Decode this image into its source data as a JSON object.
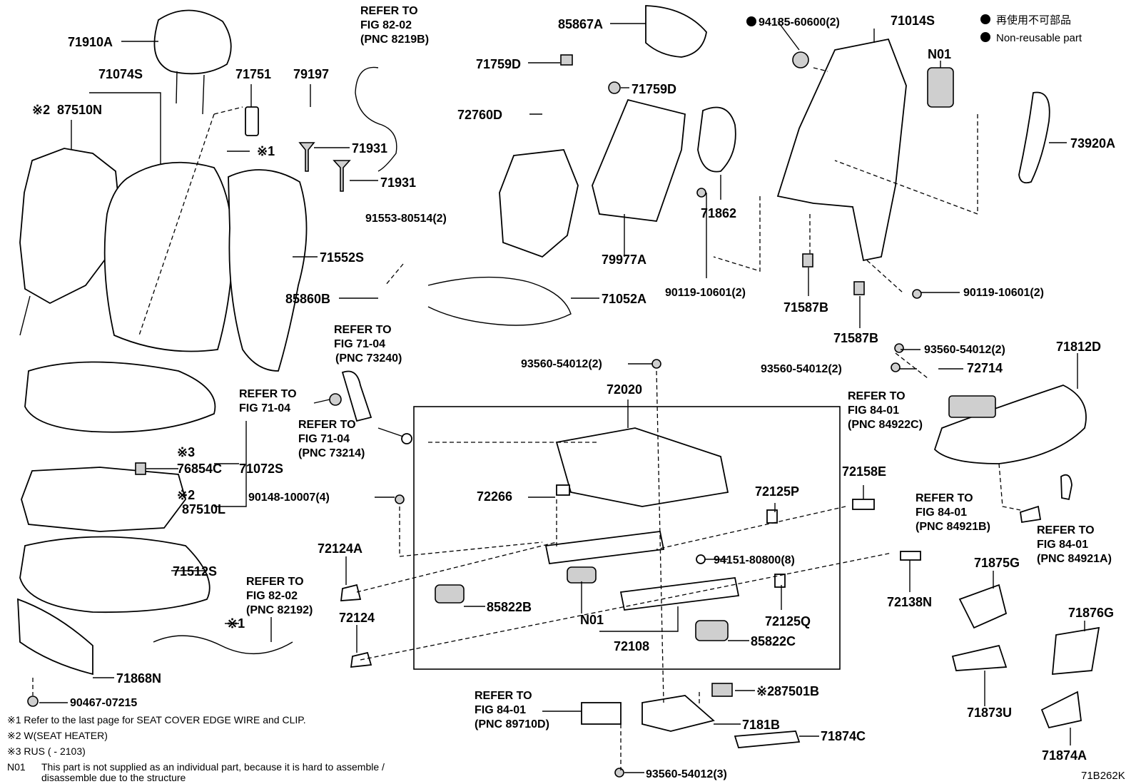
{
  "legend": {
    "non_reusable_jp": "再使用不可部品",
    "non_reusable_en": "Non-reusable part"
  },
  "part_labels": {
    "p71910A": "71910A",
    "p71074S": "71074S",
    "p87510N_mark": "※2",
    "p87510N": "87510N",
    "p71751": "71751",
    "p79197": "79197",
    "p71931a": "71931",
    "p71931b": "71931",
    "mark1_a": "※1",
    "p71552S": "71552S",
    "p85860B": "85860B",
    "p91553": "91553-80514(2)",
    "p72760D": "72760D",
    "p71759D_a": "71759D",
    "p71759D_b": "71759D",
    "p85867A": "85867A",
    "p79977A": "79977A",
    "p71052A": "71052A",
    "p71862": "71862",
    "p94185": "94185-60600(2)",
    "p71014S": "71014S",
    "pN01_top": "N01",
    "p73920A": "73920A",
    "p90119_a": "90119-10601(2)",
    "p90119_b": "90119-10601(2)",
    "p71587B_a": "71587B",
    "p71587B_b": "71587B",
    "p93560_a": "93560-54012(2)",
    "p93560_b": "93560-54012(2)",
    "p93560_c": "93560-54012(2)",
    "p72714": "72714",
    "p71812D": "71812D",
    "p72020": "72020",
    "p76854C_mark": "※3",
    "p76854C": "76854C",
    "p71072S": "71072S",
    "p87510L_mark": "※2",
    "p87510L": "87510L",
    "p90148": "90148-10007(4)",
    "p72266": "72266",
    "p72125P": "72125P",
    "p72158E": "72158E",
    "p71512S": "71512S",
    "p72124A": "72124A",
    "p72124": "72124",
    "p94151": "94151-80800(8)",
    "p85822B": "85822B",
    "pN01_mid": "N01",
    "p72125Q": "72125Q",
    "p72108": "72108",
    "p85822C": "85822C",
    "p72138N": "72138N",
    "p71875G": "71875G",
    "p71876G": "71876G",
    "mark1_b": "※1",
    "p71868N": "71868N",
    "p90467": "90467-07215",
    "p87501B_mark": "※2",
    "p87501B": "87501B",
    "p7181B": "7181B",
    "p71874C": "71874C",
    "p71873U": "71873U",
    "p71874A": "71874A",
    "p93560_d": "93560-54012(3)"
  },
  "references": {
    "r82_02_top": [
      "REFER TO",
      "FIG 82-02",
      "(PNC 8219B)"
    ],
    "r71_04_a": [
      "REFER TO",
      "FIG 71-04",
      "(PNC 73240)"
    ],
    "r71_04_b": [
      "REFER TO",
      "FIG 71-04"
    ],
    "r71_04_c": [
      "REFER TO",
      "FIG 71-04",
      "(PNC 73214)"
    ],
    "r84_01_a": [
      "REFER TO",
      "FIG 84-01",
      "(PNC 84922C)"
    ],
    "r84_01_b": [
      "REFER TO",
      "FIG 84-01",
      "(PNC 84921B)"
    ],
    "r84_01_c": [
      "REFER TO",
      "FIG 84-01",
      "(PNC 84921A)"
    ],
    "r82_02_mid": [
      "REFER TO",
      "FIG 82-02",
      "(PNC 82192)"
    ],
    "r84_01_d": [
      "REFER TO",
      "FIG 84-01",
      "(PNC 89710D)"
    ]
  },
  "notes": {
    "n1": "※1 Refer to the last page for SEAT COVER EDGE WIRE and CLIP.",
    "n2": "※2 W(SEAT HEATER)",
    "n3": "※3 RUS (        - 2103)",
    "n01_key": "N01",
    "n01_line1": "This part is not supplied as an individual part, because it is hard to assemble /",
    "n01_line2": "disassemble due to the structure"
  },
  "figure_code": "71B262K"
}
